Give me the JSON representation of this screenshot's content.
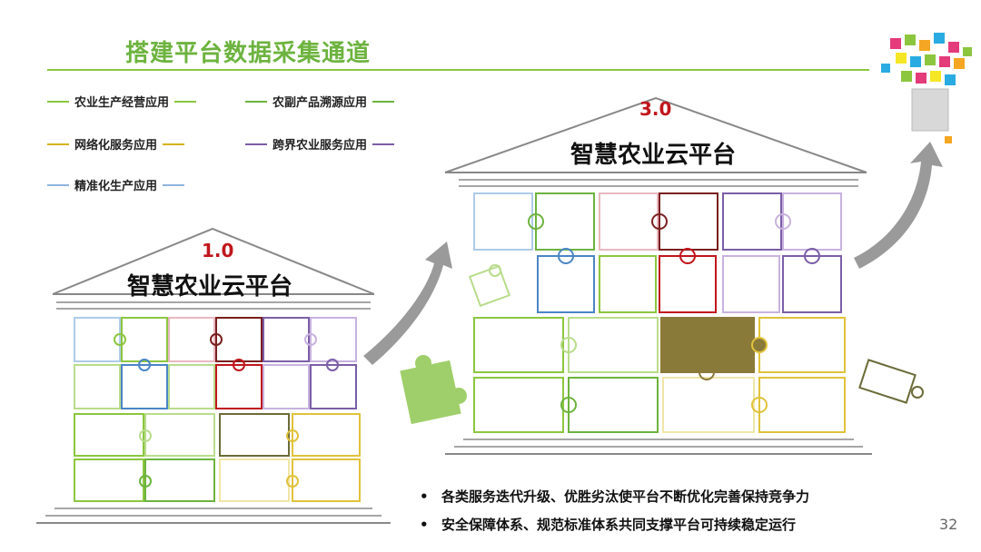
{
  "title": "搭建平台数据采集通道",
  "legend": [
    {
      "label": "农业生产经营应用",
      "color": "#8cc63f"
    },
    {
      "label": "农副产品溯源应用",
      "color": "#6db33f"
    },
    {
      "label": "网络化服务应用",
      "color": "#d4b21b"
    },
    {
      "label": "跨界农业服务应用",
      "color": "#7b5ea7"
    },
    {
      "label": "精准化生产应用",
      "color": "#8fb4dd"
    }
  ],
  "platform_small": {
    "version": "1.0",
    "label": "智慧农业云平台"
  },
  "platform_large": {
    "version": "3.0",
    "label": "智慧农业云平台"
  },
  "bullets": [
    "各类服务迭代升级、优胜劣汰使平台不断优化完善保持竞争力",
    "安全保障体系、规范标准体系共同支撑平台可持续稳定运行"
  ],
  "page_number": "32",
  "colors": {
    "light_blue": "#aecbe8",
    "green": "#8cc63f",
    "pink": "#e8b8c0",
    "dark_red": "#7a1f1f",
    "purple": "#7b5ea7",
    "light_purple": "#c8b2df",
    "blue": "#4a86c5",
    "red": "#c0161c",
    "olive": "#8a7a3a",
    "yellow": "#e0c23a",
    "light_yellow": "#f0e6a8",
    "light_green": "#b9dc8c"
  }
}
